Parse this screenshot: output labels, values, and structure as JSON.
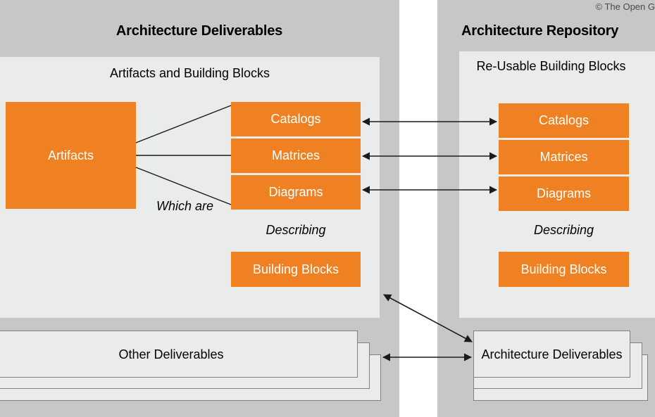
{
  "copyright": "© The Open G",
  "panels": {
    "left": {
      "title": "Architecture Deliverables",
      "inner_title": "Artifacts and Building Blocks",
      "artifacts_box": "Artifacts",
      "artifact_types": [
        "Catalogs",
        "Matrices",
        "Diagrams"
      ],
      "relation_label": "Which are",
      "describing_label": "Describing",
      "building_blocks_box": "Building Blocks",
      "bottom_card": "Other Deliverables"
    },
    "right": {
      "title": "Architecture Repository",
      "inner_title": "Re-Usable Building Blocks",
      "artifact_types": [
        "Catalogs",
        "Matrices",
        "Diagrams"
      ],
      "describing_label": "Describing",
      "building_blocks_box": "Building Blocks",
      "bottom_card": "Architecture Deliverables"
    }
  },
  "colors": {
    "orange": "#ef8122",
    "panel_gray": "#c6c7c7",
    "inner_gray": "#eaebeb",
    "card_border": "#808080",
    "connector": "#1a1a1a",
    "text": "#000000",
    "orange_text": "#ffffff"
  },
  "connectors": {
    "artifacts_to_catalogs": "line",
    "artifacts_to_matrices": "line",
    "artifacts_to_diagrams": "line",
    "catalogs_bidirectional": "double-arrow",
    "matrices_bidirectional": "double-arrow",
    "diagrams_bidirectional": "double-arrow",
    "deliverables_bidirectional": "double-arrow",
    "deliverables_diagonal": "double-arrow"
  }
}
